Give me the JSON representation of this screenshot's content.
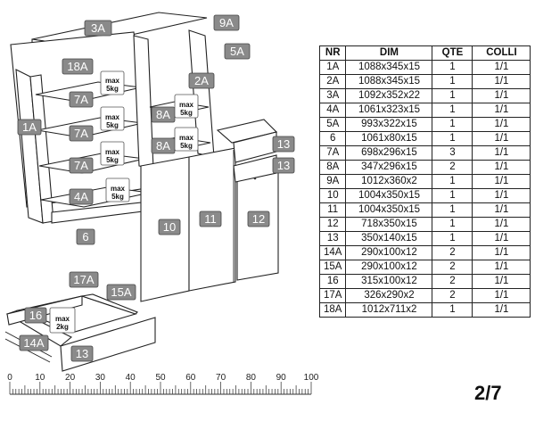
{
  "labels": {
    "l3A": "3A",
    "l9A": "9A",
    "l18A": "18A",
    "l5A": "5A",
    "l2A": "2A",
    "l1A": "1A",
    "l7A_1": "7A",
    "l7A_2": "7A",
    "l7A_3": "7A",
    "l8A_1": "8A",
    "l8A_2": "8A",
    "l4A": "4A",
    "l6": "6",
    "l10": "10",
    "l11": "11",
    "l12": "12",
    "l13_1": "13",
    "l13_2": "13",
    "l17A": "17A",
    "l15A": "15A",
    "l16": "16",
    "l14A": "14A",
    "l13_3": "13"
  },
  "weights": {
    "w1": "max 5kg",
    "w2": "max 5kg",
    "w3": "max 5kg",
    "w4": "max 5kg",
    "w5": "max 5kg",
    "w6": "max 5kg",
    "w7": "max 2kg"
  },
  "ruler": {
    "ticks": [
      "0",
      "10",
      "20",
      "30",
      "40",
      "50",
      "60",
      "70",
      "80",
      "90",
      "100"
    ]
  },
  "table": {
    "headers": [
      "NR",
      "DIM",
      "QTE",
      "COLLI"
    ],
    "rows": [
      [
        "1A",
        "1088x345x15",
        "1",
        "1/1"
      ],
      [
        "2A",
        "1088x345x15",
        "1",
        "1/1"
      ],
      [
        "3A",
        "1092x352x22",
        "1",
        "1/1"
      ],
      [
        "4A",
        "1061x323x15",
        "1",
        "1/1"
      ],
      [
        "5A",
        "993x322x15",
        "1",
        "1/1"
      ],
      [
        "6",
        "1061x80x15",
        "1",
        "1/1"
      ],
      [
        "7A",
        "698x296x15",
        "3",
        "1/1"
      ],
      [
        "8A",
        "347x296x15",
        "2",
        "1/1"
      ],
      [
        "9A",
        "1012x360x2",
        "1",
        "1/1"
      ],
      [
        "10",
        "1004x350x15",
        "1",
        "1/1"
      ],
      [
        "11",
        "1004x350x15",
        "1",
        "1/1"
      ],
      [
        "12",
        "718x350x15",
        "1",
        "1/1"
      ],
      [
        "13",
        "350x140x15",
        "1",
        "1/1"
      ],
      [
        "14A",
        "290x100x12",
        "2",
        "1/1"
      ],
      [
        "15A",
        "290x100x12",
        "2",
        "1/1"
      ],
      [
        "16",
        "315x100x12",
        "2",
        "1/1"
      ],
      [
        "17A",
        "326x290x2",
        "2",
        "1/1"
      ],
      [
        "18A",
        "1012x711x2",
        "1",
        "1/1"
      ]
    ]
  },
  "page": {
    "number": "2/7"
  }
}
